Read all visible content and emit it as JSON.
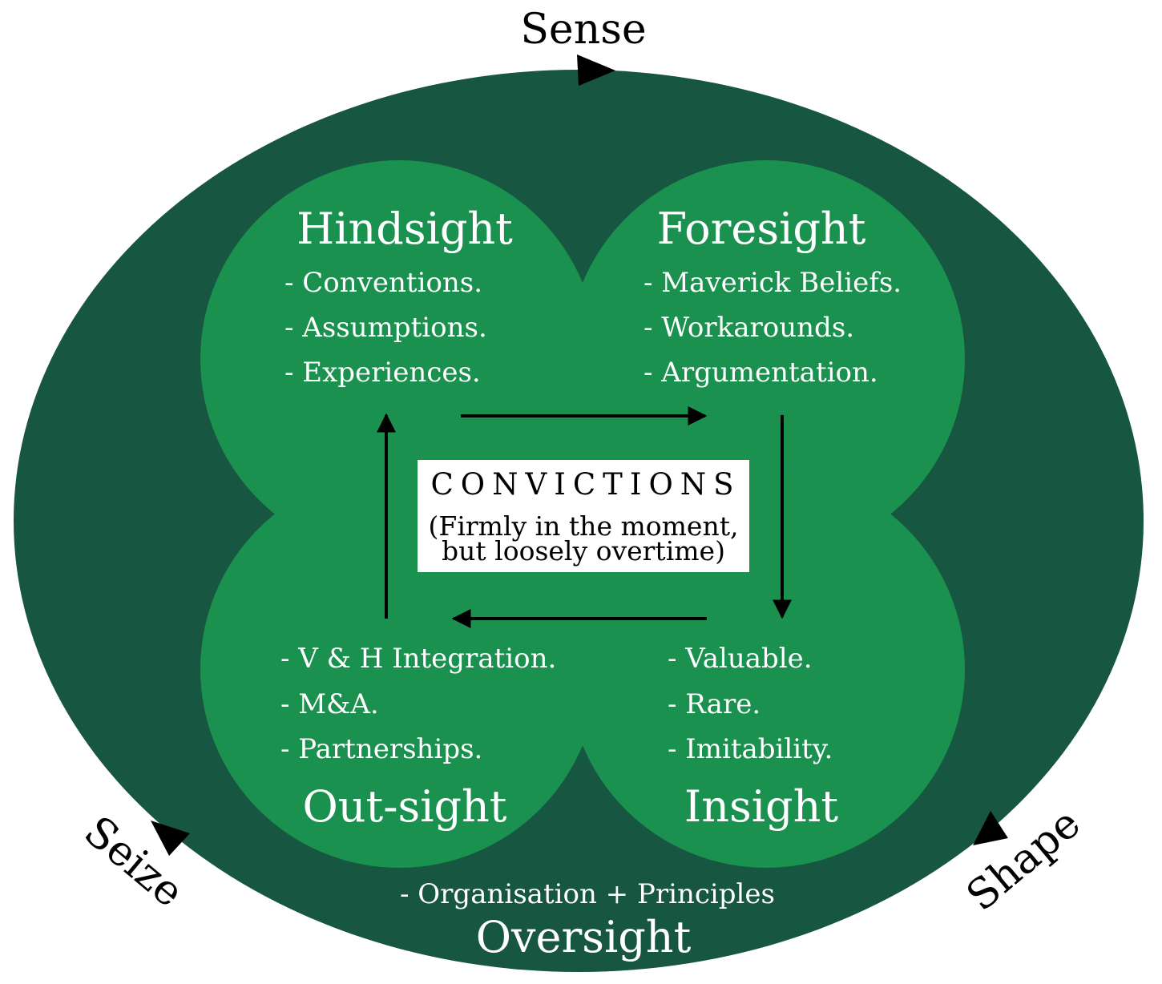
{
  "colors": {
    "outer_ellipse": "#175640",
    "petals": "#1b9150",
    "text_light": "#ffffff",
    "text_dark": "#000000",
    "box": "#ffffff"
  },
  "cycle_labels": {
    "top": "Sense",
    "left": "Seize",
    "right": "Shape"
  },
  "quadrants": {
    "hindsight": {
      "title": "Hindsight",
      "items": [
        "- Conventions.",
        "- Assumptions.",
        "- Experiences."
      ]
    },
    "foresight": {
      "title": "Foresight",
      "items": [
        "- Maverick Beliefs.",
        "- Workarounds.",
        "- Argumentation."
      ]
    },
    "outsight": {
      "title": "Out-sight",
      "items": [
        "- V & H Integration.",
        "- M&A.",
        "- Partnerships."
      ]
    },
    "insight": {
      "title": "Insight",
      "items": [
        "- Valuable.",
        "- Rare.",
        "- Imitability."
      ]
    }
  },
  "center": {
    "title": "CONVICTIONS",
    "line1": "(Firmly in the moment,",
    "line2": "but loosely overtime)"
  },
  "oversight": {
    "item": "- Organisation + Principles",
    "title": "Oversight"
  }
}
